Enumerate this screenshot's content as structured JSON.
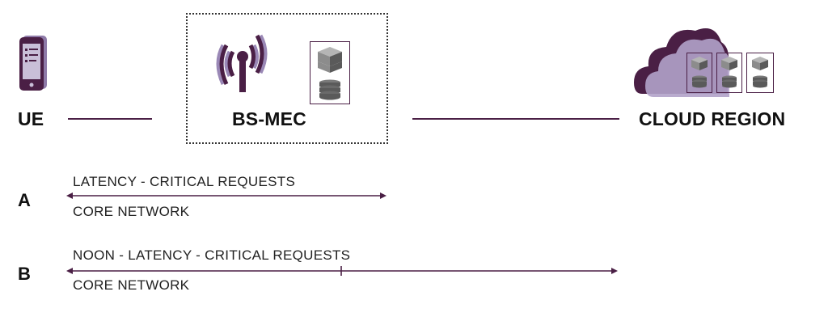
{
  "nodes": {
    "ue": {
      "label": "UE",
      "icon": "smartphone-icon"
    },
    "bs_mec": {
      "label": "BS-MEC",
      "icons": [
        "antenna-icon",
        "server-stack-icon"
      ]
    },
    "cloud": {
      "label": "CLOUD REGION",
      "icons": [
        "cloud-icon",
        "server-stack-icon"
      ]
    }
  },
  "scenarios": [
    {
      "label": "A",
      "top_text": "LATENCY - CRITICAL REQUESTS",
      "bottom_text": "CORE NETWORK",
      "arrow_endpoint": "BS-MEC"
    },
    {
      "label": "B",
      "top_text": "NOON - LATENCY - CRITICAL REQUESTS",
      "bottom_text": "CORE NETWORK",
      "arrow_endpoint": "CLOUD REGION"
    }
  ],
  "colors": {
    "accent": "#4a1f45",
    "accent_light": "#9a88b6",
    "server_top": "#8c8c8c",
    "server_side": "#5a5a5a"
  }
}
